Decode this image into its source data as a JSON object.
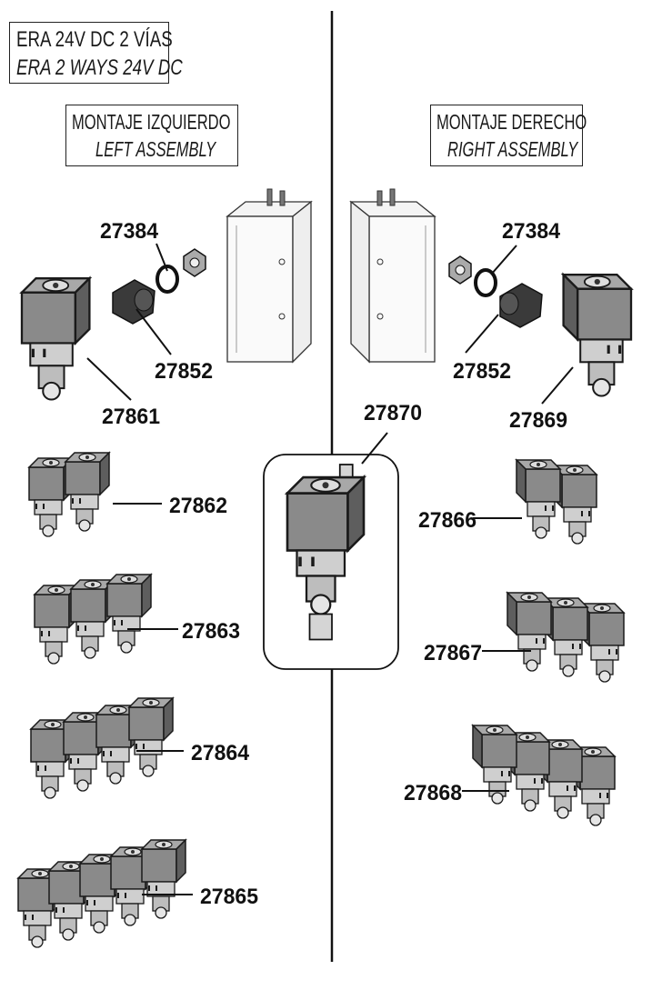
{
  "title": {
    "line1": "ERA 24V DC 2 VÍAS",
    "line2": "ERA 2 WAYS 24V DC"
  },
  "left_assembly": {
    "line1": "MONTAJE IZQUIERDO",
    "line2": "LEFT ASSEMBLY"
  },
  "right_assembly": {
    "line1": "MONTAJE DERECHO",
    "line2": "RIGHT ASSEMBLY"
  },
  "parts": {
    "p27384_left": "27384",
    "p27852_left": "27852",
    "p27861": "27861",
    "p27384_right": "27384",
    "p27852_right": "27852",
    "p27869": "27869",
    "p27870": "27870",
    "p27862": "27862",
    "p27863": "27863",
    "p27864": "27864",
    "p27865": "27865",
    "p27866": "27866",
    "p27867": "27867",
    "p27868": "27868"
  },
  "colors": {
    "line": "#1a1a1a",
    "coil": "#8a8a8a",
    "coil_dark": "#5e5e5e",
    "body": "#cfcfcf"
  }
}
